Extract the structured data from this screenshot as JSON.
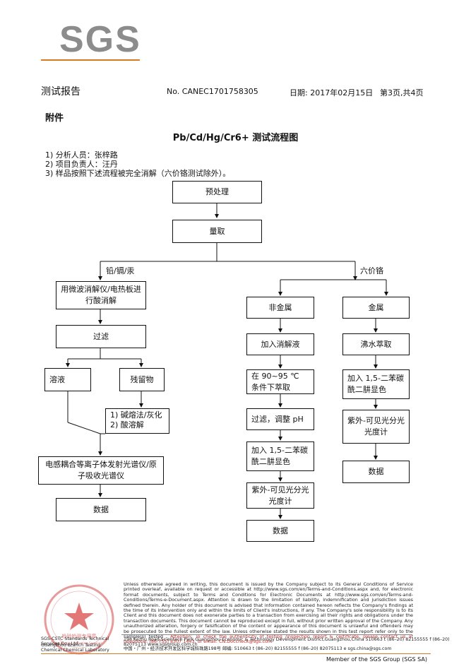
{
  "header": {
    "logo": "SGS",
    "report_title": "测试报告",
    "report_no": "No. CANEC1701758305",
    "date": "日期: 2017年02月15日",
    "page": "第3页,共4页"
  },
  "section_title": "附件",
  "chart_title": "Pb/Cd/Hg/Cr6+ 测试流程图",
  "meta": [
    "1) 分析人员：张梓路",
    "2) 项目负责人：汪丹",
    "3) 样品按照下述流程被完全消解（六价铬测试除外）。"
  ],
  "flow": {
    "pretreat": "预处理",
    "weigh": "量取",
    "branch_left": "铅/镉/汞",
    "branch_right": "六价铬",
    "left": {
      "digest": "用微波消解仪/电热板进行酸消解",
      "filter": "过滤",
      "solution": "溶液",
      "residue": "残留物",
      "residue_steps": [
        "1) 碱熔法/灰化",
        "2) 酸溶解"
      ],
      "icp": "电感耦合等离子体发射光谱仪/原子吸收光谱仪",
      "data": "数据"
    },
    "nonmetal": {
      "title": "非金属",
      "add": "加入消解液",
      "extract": "在 90~95 ℃ 条件下萃取",
      "filter_ph": "过滤，调整 pH",
      "dpc": "加入 1,5-二苯碳酰二肼显色",
      "uv": "紫外-可见光分光光度计",
      "data": "数据"
    },
    "metal": {
      "title": "金属",
      "boil": "沸水萃取",
      "dpc": "加入 1,5-二苯碳酰二肼显色",
      "uv": "紫外-可见光分光光度计",
      "data": "数据"
    }
  },
  "footer": {
    "disclaimer": "Unless otherwise agreed in writing, this document is issued by the Company subject to its General Conditions of Service printed overleaf, available on request or accessible at http://www.sgs.com/en/Terms-and-Conditions.aspx and, for electronic format documents, subject to Terms and Conditions for Electronic Documents at http://www.sgs.com/en/Terms-and-Conditions/Terms-e-Document.aspx. Attention is drawn to the limitation of liability, indemnification and jurisdiction issues defined therein. Any holder of this document is advised that information contained hereon reflects the Company's findings at the time of its intervention only and within the limits of Client's instructions, if any. The Company's sole responsibility is to its Client and this document does not exonerate parties to a transaction from exercising all their rights and obligations under the transaction documents. This document cannot be reproduced except in full, without prior written approval of the Company. Any unauthorized alteration, forgery or falsification of the content or appearance of this document is unlawful and offenders may be prosecuted to the fullest extent of the law. Unless otherwise stated the results shown in this test report refer only to the sample(s) tested .",
    "attention": "Attention: To check the authenticity of testing /inspection report & certificate, please contact us at telephone: (86-755) 8307 1443, or email: CN.Doccheck@sgs.com",
    "addr_en": "198 Kezhu Road,Scientech Park Guangzhou Economic & Technology Development District,Guangzhou,China   510663   t (86–20) 82155555   f (86–20) 82075113   www.sgsgroup.com.cn",
    "addr_cn": "中国・广州・经济技术开发区科学城科珠路198号          邮编: 510663   t (86–20) 82155555   f (86–20) 82075113   e sgs.china@sgs.com",
    "stamp_org": "SGS-CSTC Standards Technical Services Co., Ltd.",
    "stamp_branch": "Guangzhou Branch Testing Chemical Chemical Laboratory",
    "stamp_cn": "检验检测专用章",
    "stamp_en": "Inspection & Testing Services",
    "member": "Member of the SGS Group (SGS SA)"
  }
}
